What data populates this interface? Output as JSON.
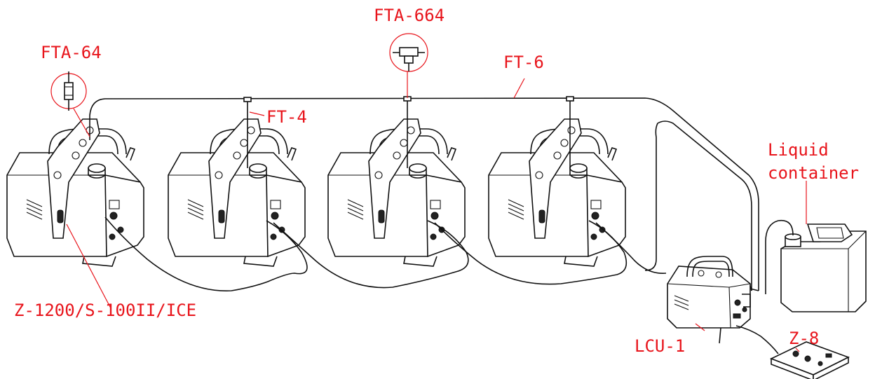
{
  "labels": {
    "fta64": "FTA-64",
    "fta664": "FTA-664",
    "ft6": "FT-6",
    "ft4": "FT-4",
    "liquid_line1": "Liquid",
    "liquid_line2": "container",
    "machine": "Z-1200/S-100II/ICE",
    "lcu1": "LCU-1",
    "z8": "Z-8"
  },
  "colors": {
    "label_red": "#e8141b",
    "line_black": "#111111"
  },
  "icons": [
    "fog-machine",
    "tee-connector",
    "inline-coupler",
    "liquid-jug",
    "lcu-control-unit",
    "z8-remote"
  ]
}
